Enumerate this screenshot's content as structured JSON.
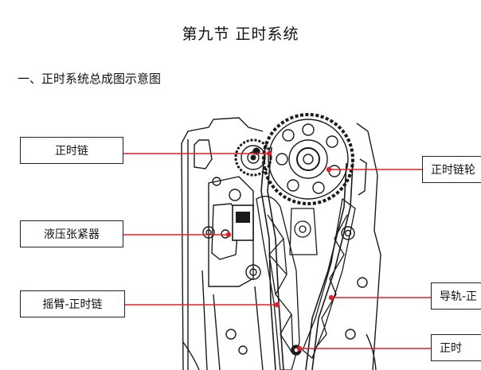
{
  "document": {
    "section_title": "第九节  正时系统",
    "subsection_title": "一、正时系统总成图示意图"
  },
  "labels": {
    "timing_chain": "正时链",
    "hydraulic_tensioner": "液压张紧器",
    "swing_arm_timing_chain": "摇臂-正时链",
    "timing_sprocket": "正时链轮",
    "guide_rail": "导轨-正",
    "timing_partial": "正时"
  },
  "colors": {
    "leader_line": "#e0202a",
    "drawing_line": "#1a1a1a"
  }
}
